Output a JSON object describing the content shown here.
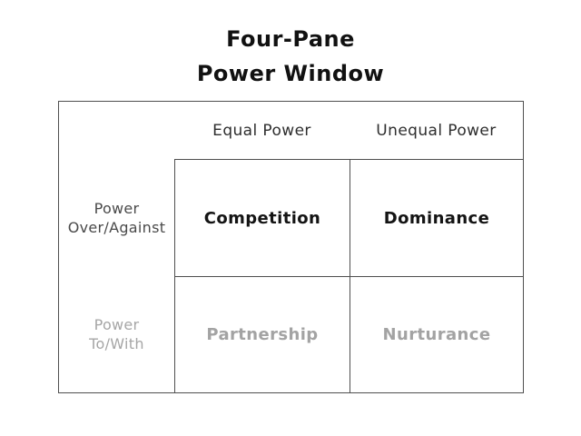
{
  "title": {
    "line1": "Four-Pane",
    "line2": "Power Window"
  },
  "matrix": {
    "column_headers": [
      {
        "label": "Equal Power"
      },
      {
        "label": "Unequal Power"
      }
    ],
    "row_headers": [
      {
        "line1": "Power",
        "line2": "Over/Against"
      },
      {
        "line1": "Power",
        "line2": "To/With"
      }
    ],
    "cells": [
      {
        "label": "Competition"
      },
      {
        "label": "Dominance"
      },
      {
        "label": "Partnership"
      },
      {
        "label": "Nurturance"
      }
    ]
  },
  "colors": {
    "border": "#4f4f4f",
    "title_text": "#111111",
    "column_header_text": "#2e2e2e",
    "row_header_dark": "#4a4a4a",
    "row_header_light": "#a6a6a6",
    "cell_dark": "#141414",
    "cell_light": "#a3a3a3",
    "page_background": "#ffffff"
  }
}
